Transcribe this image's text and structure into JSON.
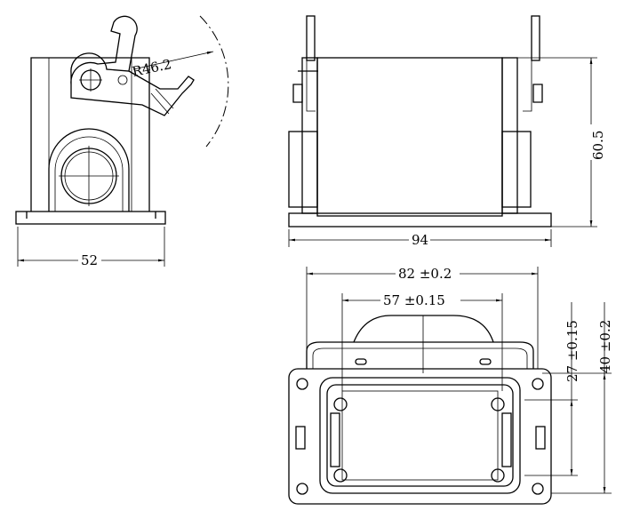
{
  "drawing": {
    "side_view": {
      "radius_label": "R46.2",
      "width_label": "52"
    },
    "front_view": {
      "width_label": "94",
      "height_label": "60.5"
    },
    "bottom_view": {
      "outer_width_label": "82 ±0.2",
      "inner_width_label": "57 ±0.15",
      "inner_height_label": "27 ±0.15",
      "outer_height_label": "40 ±0.2"
    }
  }
}
